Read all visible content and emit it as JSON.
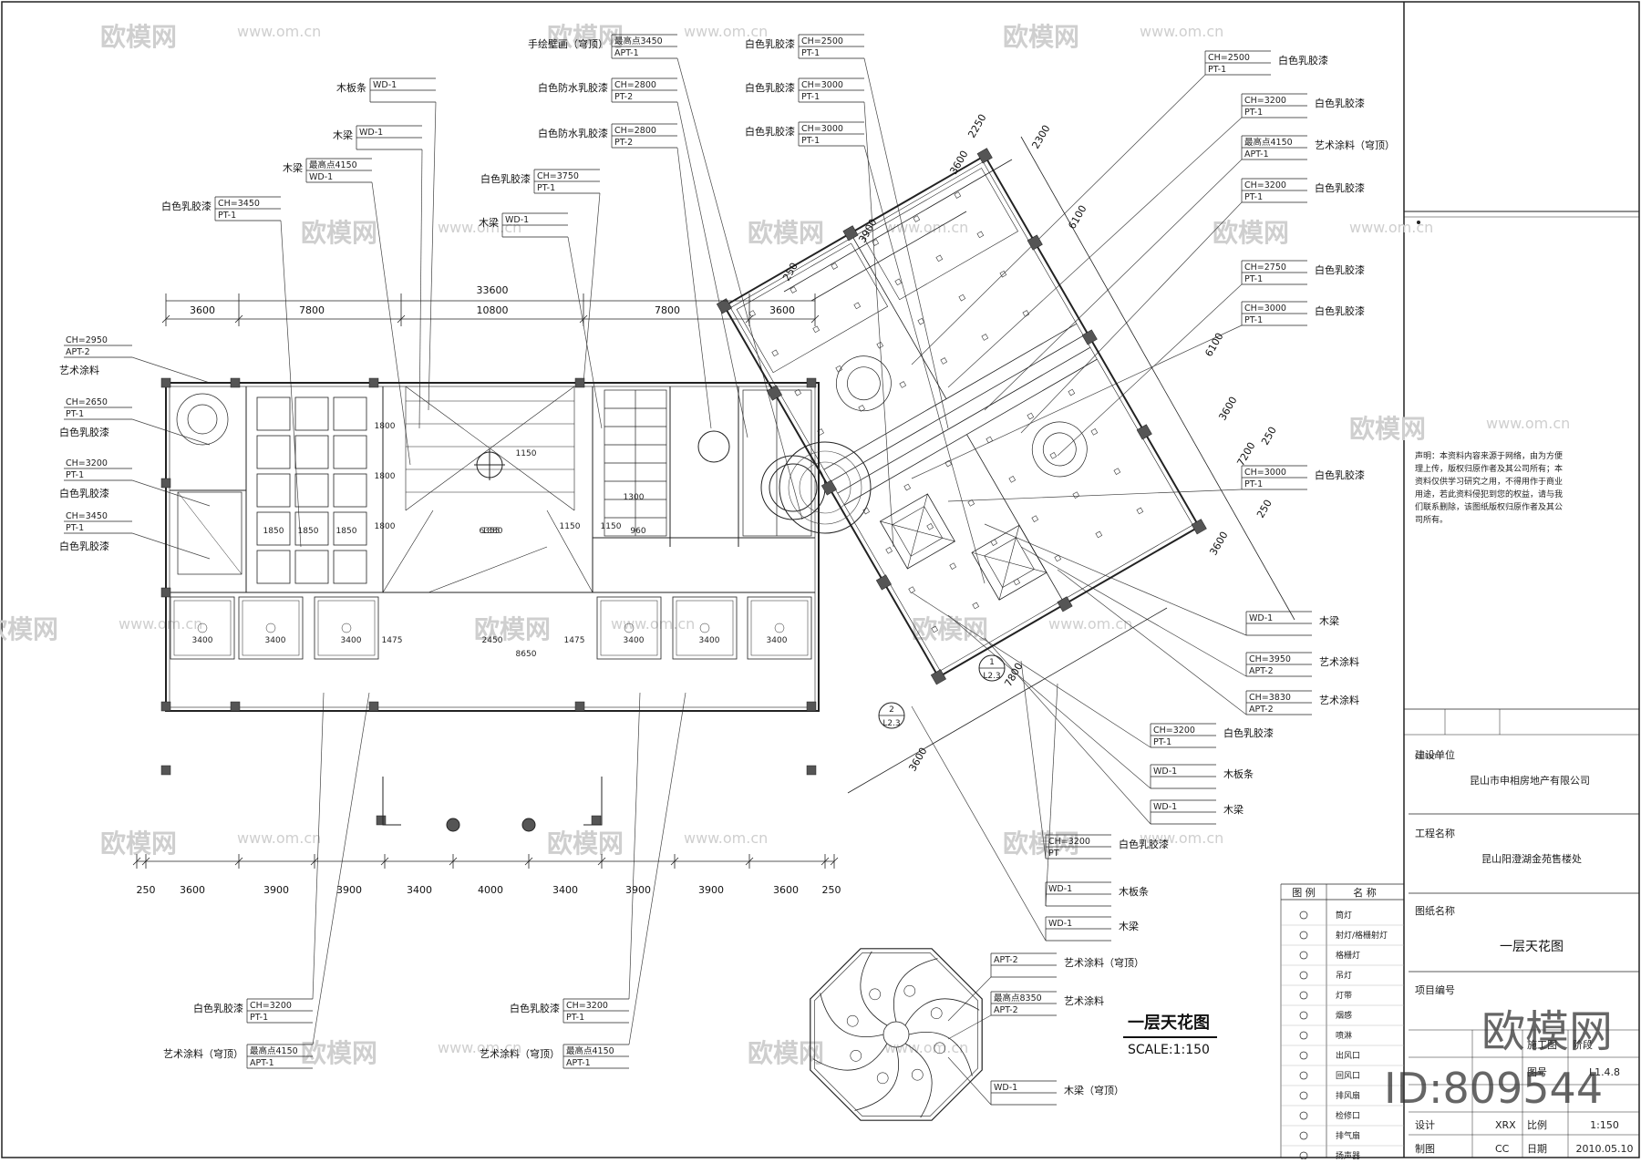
{
  "drawing_title": "一层天花图",
  "drawing_scale": "SCALE:1:150",
  "overall_dimension": "33600",
  "top_dimensions": [
    "3600",
    "7800",
    "10800",
    "7800",
    "3600"
  ],
  "bottom_dimensions": [
    "250",
    "3600",
    "3900",
    "3900",
    "3400",
    "4000",
    "3400",
    "3900",
    "3900",
    "3600",
    "250"
  ],
  "rotated_dimensions": [
    "3900",
    "3600",
    "6100",
    "6100",
    "3600",
    "7200",
    "3600",
    "2300",
    "250",
    "2250",
    "250",
    "250",
    "7800",
    "3600"
  ],
  "room_dimensions": [
    "3400",
    "3400",
    "3400",
    "3400",
    "3400",
    "3400",
    "1475",
    "2450",
    "1475",
    "1850",
    "1850",
    "1850",
    "1800",
    "1800",
    "1800",
    "6355",
    "1150",
    "1150",
    "1150",
    "1300",
    "8650",
    "1380",
    "960"
  ],
  "section_marks": [
    {
      "num": "1",
      "ref": "L2.3"
    },
    {
      "num": "2",
      "ref": "L2.3"
    }
  ],
  "callouts_top": [
    {
      "label": "手绘壁画（穹顶）",
      "code1": "最高点3450",
      "code2": "APT-1"
    },
    {
      "label": "白色乳胶漆",
      "code1": "CH=2500",
      "code2": "PT-1"
    },
    {
      "label": "木板条",
      "code1": "WD-1",
      "code2": ""
    },
    {
      "label": "白色防水乳胶漆",
      "code1": "CH=2800",
      "code2": "PT-2"
    },
    {
      "label": "白色乳胶漆",
      "code1": "CH=3000",
      "code2": "PT-1"
    },
    {
      "label": "木梁",
      "code1": "WD-1",
      "code2": ""
    },
    {
      "label": "白色防水乳胶漆",
      "code1": "CH=2800",
      "code2": "PT-2"
    },
    {
      "label": "白色乳胶漆",
      "code1": "CH=3000",
      "code2": "PT-1"
    },
    {
      "label": "木梁",
      "code1": "最高点4150",
      "code2": "WD-1"
    },
    {
      "label": "白色乳胶漆",
      "code1": "CH=3750",
      "code2": "PT-1"
    },
    {
      "label": "白色乳胶漆",
      "code1": "CH=3450",
      "code2": "PT-1"
    },
    {
      "label": "木梁",
      "code1": "WD-1",
      "code2": ""
    }
  ],
  "callouts_left": [
    {
      "label": "艺术涂料",
      "code1": "CH=2950",
      "code2": "APT-2"
    },
    {
      "label": "白色乳胶漆",
      "code1": "CH=2650",
      "code2": "PT-1"
    },
    {
      "label": "白色乳胶漆",
      "code1": "CH=3200",
      "code2": "PT-1"
    },
    {
      "label": "白色乳胶漆",
      "code1": "CH=3450",
      "code2": "PT-1"
    }
  ],
  "callouts_right": [
    {
      "label": "白色乳胶漆",
      "code1": "CH=2500",
      "code2": "PT-1"
    },
    {
      "label": "白色乳胶漆",
      "code1": "CH=3200",
      "code2": "PT-1"
    },
    {
      "label": "艺术涂料（穹顶）",
      "code1": "最高点4150",
      "code2": "APT-1"
    },
    {
      "label": "白色乳胶漆",
      "code1": "CH=3200",
      "code2": "PT-1"
    },
    {
      "label": "白色乳胶漆",
      "code1": "CH=2750",
      "code2": "PT-1"
    },
    {
      "label": "白色乳胶漆",
      "code1": "CH=3000",
      "code2": "PT-1"
    },
    {
      "label": "白色乳胶漆",
      "code1": "CH=3000",
      "code2": "PT-1"
    },
    {
      "label": "木梁",
      "code1": "WD-1",
      "code2": ""
    },
    {
      "label": "艺术涂料",
      "code1": "CH=3950",
      "code2": "APT-2"
    },
    {
      "label": "艺术涂料",
      "code1": "CH=3830",
      "code2": "APT-2"
    },
    {
      "label": "白色乳胶漆",
      "code1": "CH=3200",
      "code2": "PT-1"
    },
    {
      "label": "木板条",
      "code1": "WD-1",
      "code2": ""
    },
    {
      "label": "木梁",
      "code1": "WD-1",
      "code2": ""
    },
    {
      "label": "白色乳胶漆",
      "code1": "CH=3200",
      "code2": "PT"
    },
    {
      "label": "木板条",
      "code1": "WD-1",
      "code2": ""
    },
    {
      "label": "木梁",
      "code1": "WD-1",
      "code2": ""
    }
  ],
  "callouts_bottom": [
    {
      "label": "白色乳胶漆",
      "code1": "CH=3200",
      "code2": "PT-1"
    },
    {
      "label": "艺术涂料（穹顶）",
      "code1": "最高点4150",
      "code2": "APT-1"
    },
    {
      "label": "白色乳胶漆",
      "code1": "CH=3200",
      "code2": "PT-1"
    },
    {
      "label": "艺术涂料（穹顶）",
      "code1": "最高点4150",
      "code2": "APT-1"
    }
  ],
  "dome_callouts": [
    {
      "label": "艺术涂料（穹顶）",
      "code1": "APT-2",
      "code2": ""
    },
    {
      "label": "艺术涂料",
      "code1": "最高点8350",
      "code2": "APT-2"
    },
    {
      "label": "木梁（穹顶）",
      "code1": "WD-1",
      "code2": ""
    }
  ],
  "legend": {
    "header": [
      "图 例",
      "名 称"
    ],
    "rows": [
      "筒灯",
      "射灯/格栅射灯",
      "格栅灯",
      "吊灯",
      "灯带",
      "烟感",
      "喷淋",
      "出风口",
      "回风口",
      "排风扇",
      "检修口",
      "排气扇",
      "扬声器"
    ]
  },
  "title_block": {
    "notice": "声明：本资料内容来源于网络，由为方便理上传，版权归原作者及其公司所有；本资料仅供学习研究之用，不得用作于商业用途，若此资料侵犯到您的权益，请与我们联系删除，该图纸版权归原作者及其公司所有。",
    "client_label": "建设单位",
    "client": "昆山市申相房地产有限公司",
    "project_label": "工程名称",
    "project": "昆山阳澄湖金苑售楼处",
    "drawing_name_label": "图纸名称",
    "drawing_name": "一层天花图",
    "project_no_label": "项目编号",
    "rev_label": "图号",
    "sheet_no": "L1.4.8",
    "designer_label": "设计",
    "designer": "XRX",
    "drafter_label": "制图",
    "drafter": "CC",
    "scale_label": "比例",
    "scale": "1:150",
    "date_label": "日期",
    "date": "2010.05.10",
    "status_label": "阶段",
    "status_value": "施工图"
  },
  "watermark": {
    "brand": "欧模网",
    "url": "www.om.cn",
    "id": "ID:809544"
  }
}
